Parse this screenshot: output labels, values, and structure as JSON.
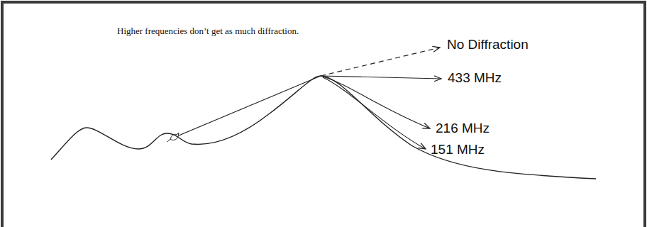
{
  "diagram": {
    "labels": [
      "Higher frequencies don’t get as much diffraction.",
      "No Diffraction",
      "433 MHz",
      "216 MHz",
      "151 MHz"
    ]
  }
}
